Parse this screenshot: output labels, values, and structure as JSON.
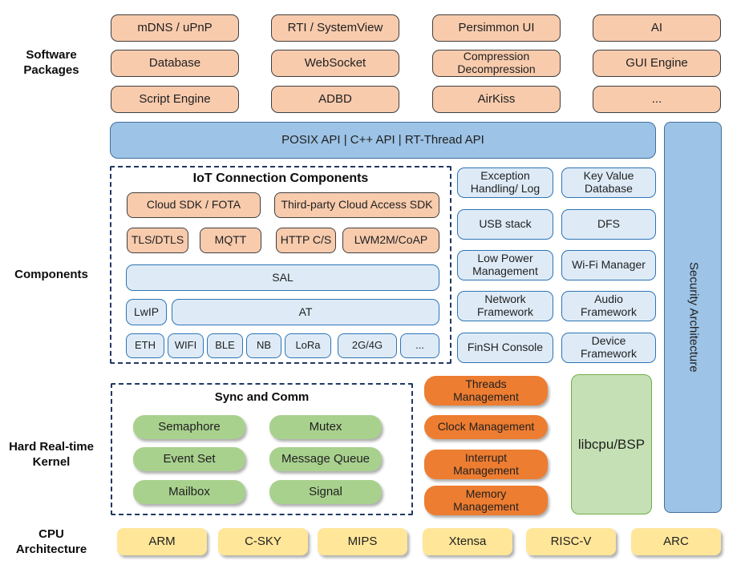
{
  "section_labels": {
    "software": "Software\nPackages",
    "components": "Components",
    "kernel": "Hard Real-time\nKernel",
    "cpu": "CPU\nArchitecture"
  },
  "packages": {
    "items": [
      "mDNS / uPnP",
      "RTI / SystemView",
      "Persimmon UI",
      "AI",
      "Database",
      "WebSocket",
      "Compression\nDecompression",
      "GUI Engine",
      "Script Engine",
      "ADBD",
      "AirKiss",
      "..."
    ]
  },
  "api_bar": {
    "label": "POSIX API  |  C++ API  |  RT-Thread API"
  },
  "security": {
    "label": "Security Architecture"
  },
  "iot": {
    "title": "IoT Connection Components",
    "cloud": [
      "Cloud SDK / FOTA",
      "Third-party Cloud Access SDK"
    ],
    "protocols": [
      "TLS/DTLS",
      "MQTT",
      "HTTP C/S",
      "LWM2M/CoAP"
    ],
    "sal": "SAL",
    "lwip": "LwIP",
    "at": "AT",
    "links": [
      "ETH",
      "WIFI",
      "BLE",
      "NB",
      "LoRa",
      "2G/4G",
      "..."
    ]
  },
  "services": {
    "items": [
      "Exception\nHandling/ Log",
      "Key Value\nDatabase",
      "USB stack",
      "DFS",
      "Low Power\nManagement",
      "Wi-Fi Manager",
      "Network\nFramework",
      "Audio\nFramework",
      "FinSH Console",
      "Device\nFramework"
    ]
  },
  "kernel": {
    "sync_title": "Sync and Comm",
    "sync_items": [
      "Semaphore",
      "Mutex",
      "Event Set",
      "Message Queue",
      "Mailbox",
      "Signal"
    ],
    "mgmt_items": [
      "Threads\nManagement",
      "Clock Management",
      "Interrupt\nManagement",
      "Memory\nManagement"
    ],
    "libcpu": "libcpu/BSP"
  },
  "cpu": {
    "items": [
      "ARM",
      "C-SKY",
      "MIPS",
      "Xtensa",
      "RISC-V",
      "ARC"
    ]
  },
  "colors": {
    "package_fill": "#F8CBAD",
    "api_fill": "#9DC3E6",
    "component_fill": "#DEEBF7",
    "component_border": "#2E74B5",
    "dashed_border": "#1F3864",
    "sync_fill": "#A9D18E",
    "mgmt_fill": "#ED7D31",
    "libcpu_fill": "#C5E0B4",
    "cpu_fill": "#FFE699"
  }
}
